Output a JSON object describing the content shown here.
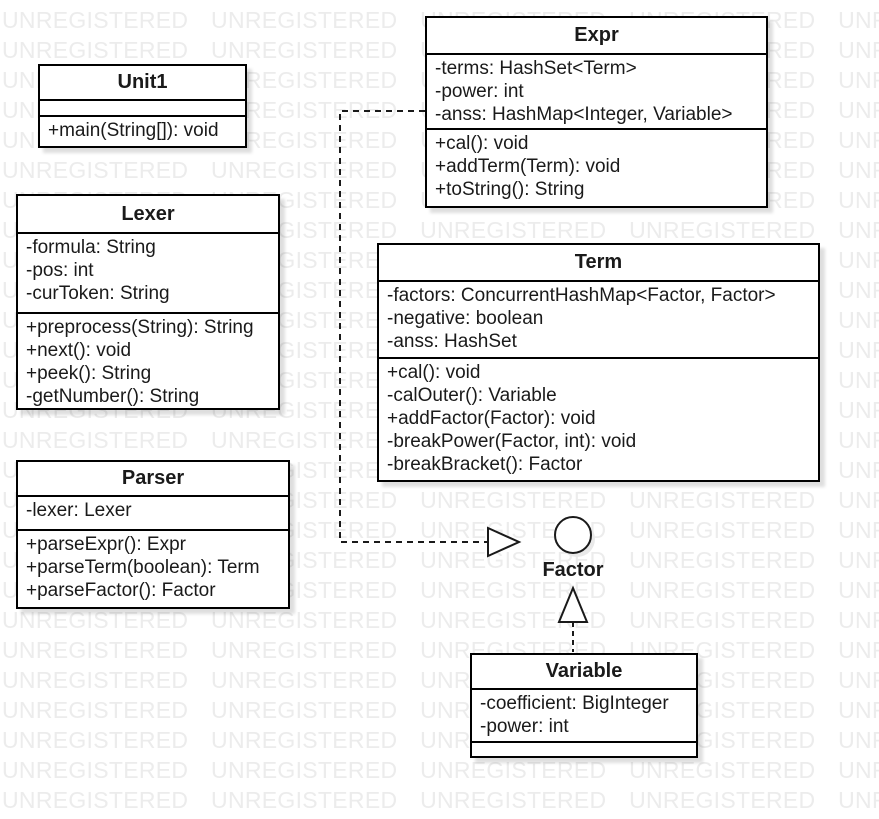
{
  "watermark": {
    "text": "UNREGISTERED"
  },
  "colors": {
    "background": "#ffffff",
    "border": "#000000",
    "text": "#1a1a1a",
    "connector": "#1a1a1a",
    "watermark": "#ececec"
  },
  "classes": [
    {
      "id": "unit1",
      "name": "Unit1",
      "fields": [],
      "methods": [
        "+main(String[]): void"
      ]
    },
    {
      "id": "expr",
      "name": "Expr",
      "fields": [
        "-terms: HashSet<Term>",
        "-power: int",
        "-anss: HashMap<Integer, Variable>"
      ],
      "methods": [
        "+cal(): void",
        "+addTerm(Term): void",
        "+toString(): String"
      ]
    },
    {
      "id": "lexer",
      "name": "Lexer",
      "fields": [
        "-formula: String",
        "-pos: int",
        "-curToken: String"
      ],
      "methods": [
        "+preprocess(String): String",
        "+next(): void",
        "+peek(): String",
        "-getNumber(): String"
      ]
    },
    {
      "id": "term",
      "name": "Term",
      "fields": [
        "-factors: ConcurrentHashMap<Factor, Factor>",
        "-negative: boolean",
        "-anss: HashSet"
      ],
      "methods": [
        "+cal(): void",
        "-calOuter(): Variable",
        "+addFactor(Factor): void",
        "-breakPower(Factor, int): void",
        "-breakBracket(): Factor"
      ]
    },
    {
      "id": "parser",
      "name": "Parser",
      "fields": [
        "-lexer: Lexer"
      ],
      "methods": [
        "+parseExpr(): Expr",
        "+parseTerm(boolean): Term",
        "+parseFactor(): Factor"
      ]
    },
    {
      "id": "variable",
      "name": "Variable",
      "fields": [
        "-coefficient: BigInteger",
        "-power: int"
      ],
      "methods": []
    }
  ],
  "interface_node": {
    "label": "Factor",
    "notation": "lollipop-circle"
  },
  "relations": [
    {
      "from": "Expr",
      "to": "Factor",
      "type": "realization",
      "style": "dashed-hollow-triangle"
    },
    {
      "from": "Variable",
      "to": "Factor",
      "type": "realization",
      "style": "dashed-hollow-triangle"
    }
  ]
}
